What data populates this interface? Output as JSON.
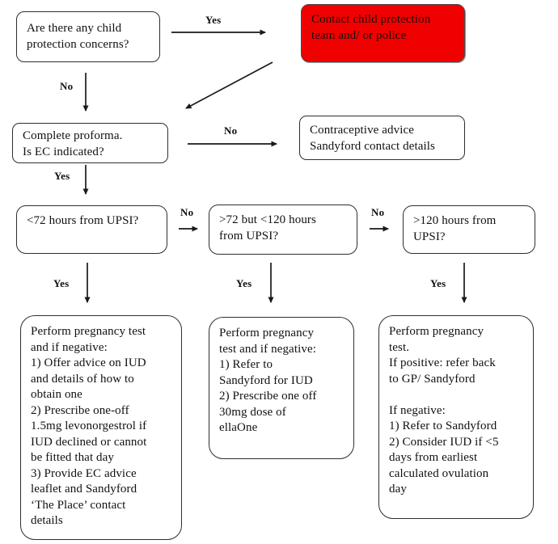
{
  "diagram": {
    "type": "flowchart",
    "topic": "Emergency contraception (EC) pathway with child protection screening"
  },
  "labels": {
    "yes": "Yes",
    "no": "No"
  },
  "colors": {
    "alert_fill": "#f10000",
    "box_fill": "#ffffff",
    "box_border": "#2e2e2e",
    "arrow": "#1a1a1a"
  },
  "nodes": {
    "child_protection_question": "Are there any child\nprotection concerns?",
    "contact_protection_team": "Contact child protection\nteam and/ or police",
    "complete_proforma": "Complete proforma.\nIs EC indicated?",
    "contraceptive_advice": "Contraceptive advice\nSandyford contact details",
    "under_72_hours": "<72 hours from UPSI?",
    "between_72_and_120_hours": ">72 but <120 hours\nfrom UPSI?",
    "over_120_hours": ">120 hours from\nUPSI?",
    "outcome_under_72": "Perform pregnancy test\nand if negative:\n1) Offer advice on IUD\nand details of how to\nobtain one\n2) Prescribe one-off\n1.5mg levonorgestrol if\nIUD declined or cannot\nbe fitted that day\n3) Provide EC advice\nleaflet and Sandyford\n‘The Place’ contact\ndetails",
    "outcome_72_to_120": "Perform pregnancy\ntest and if negative:\n1) Refer to\nSandyford for IUD\n2) Prescribe one off\n30mg dose of\nellaOne",
    "outcome_over_120": "Perform pregnancy\ntest.\nIf positive: refer back\nto GP/ Sandyford\n\nIf negative:\n1) Refer to Sandyford\n2) Consider IUD if <5\ndays from earliest\ncalculated ovulation\nday"
  }
}
